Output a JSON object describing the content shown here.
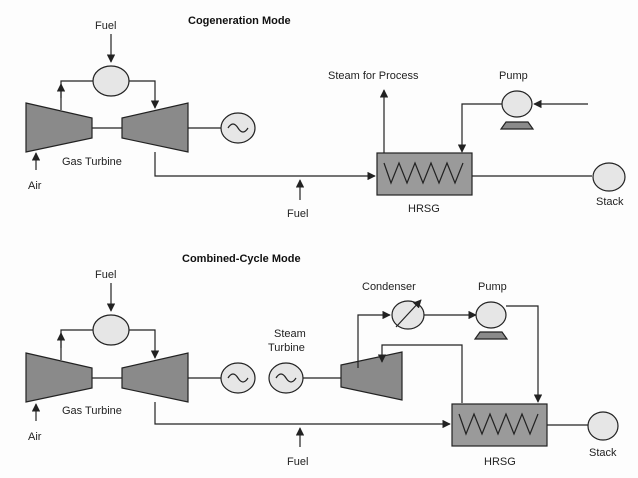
{
  "cogeneration": {
    "title": "Cogeneration Mode",
    "fuel_top": "Fuel",
    "air": "Air",
    "gas_turbine": "Gas Turbine",
    "steam_for_process": "Steam for Process",
    "pump": "Pump",
    "fuel_bottom": "Fuel",
    "hrsg": "HRSG",
    "stack": "Stack"
  },
  "combined_cycle": {
    "title": "Combined-Cycle Mode",
    "fuel_top": "Fuel",
    "air": "Air",
    "gas_turbine": "Gas Turbine",
    "steam_turbine_1": "Steam",
    "steam_turbine_2": "Turbine",
    "condenser": "Condenser",
    "pump": "Pump",
    "fuel_bottom": "Fuel",
    "hrsg": "HRSG",
    "stack": "Stack"
  }
}
